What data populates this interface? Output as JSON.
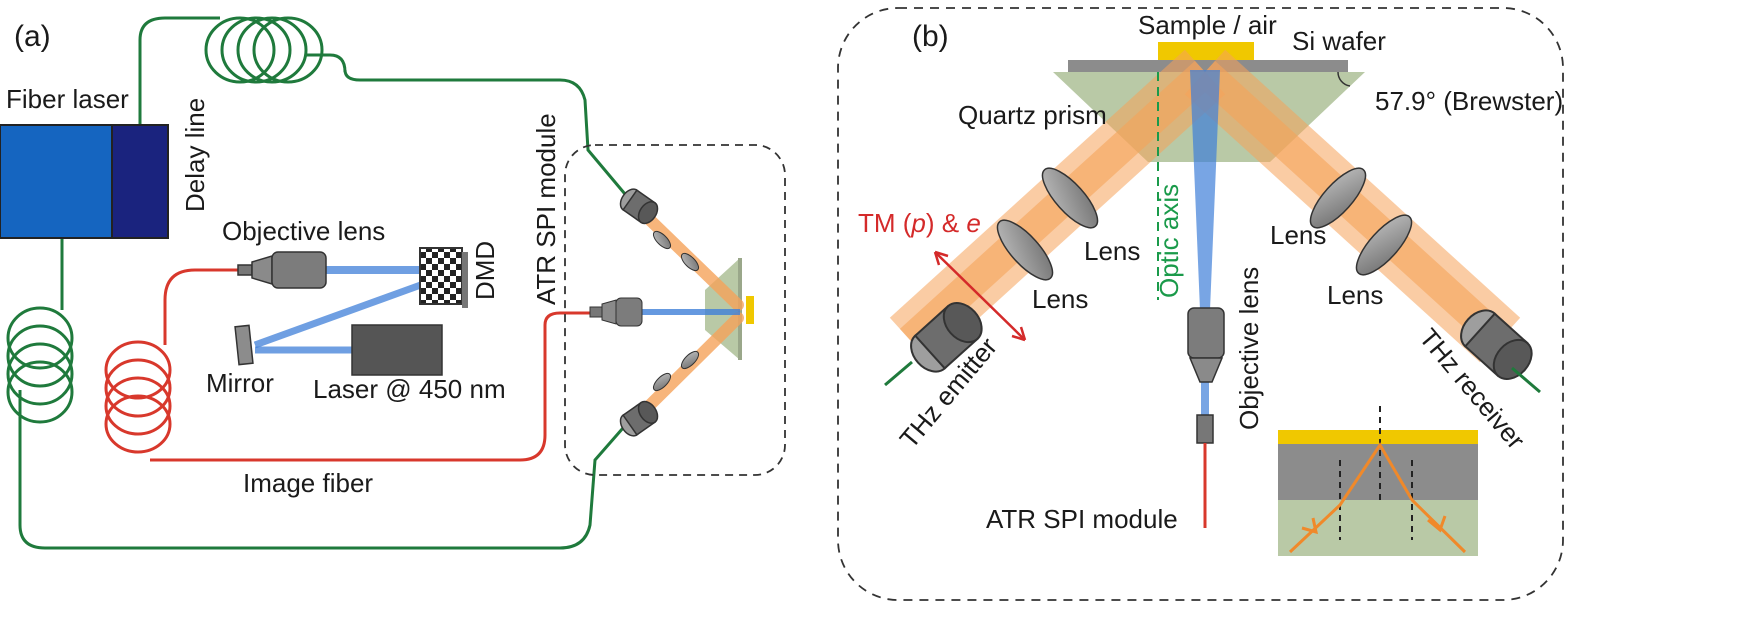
{
  "panel_a": {
    "tag": "(a)",
    "fiber_laser": "Fiber laser",
    "delay_line": "Delay line",
    "objective_lens": "Objective lens",
    "dmd": "DMD",
    "mirror": "Mirror",
    "laser": "Laser @ 450 nm",
    "image_fiber": "Image fiber",
    "module": "ATR SPI module"
  },
  "panel_b": {
    "tag": "(b)",
    "sample": "Sample / air",
    "wafer": "Si wafer",
    "prism": "Quartz prism",
    "angle": "57.9° (Brewster)",
    "polarization_pre": "TM (",
    "polarization_p": "p",
    "polarization_mid": ") & ",
    "polarization_e": "e",
    "lens_left_1": "Lens",
    "lens_left_2": "Lens",
    "lens_right_1": "Lens",
    "lens_right_2": "Lens",
    "optic_axis": "Optic axis",
    "objective_lens": "Objective lens",
    "emitter": "THz emitter",
    "receiver": "THz receiver",
    "module": "ATR SPI module"
  },
  "colors": {
    "fiber_green": "#1f7a3c",
    "fiber_red": "#d8382c",
    "laser_blue": "#1565c0",
    "delay_navy": "#1a237e",
    "beam_orange": "#f5a35a",
    "beam_blue": "#3f7fd8",
    "sample_yellow": "#f0c800",
    "prism_green": "#b9c9a6",
    "wafer_gray": "#8c8c8c"
  }
}
